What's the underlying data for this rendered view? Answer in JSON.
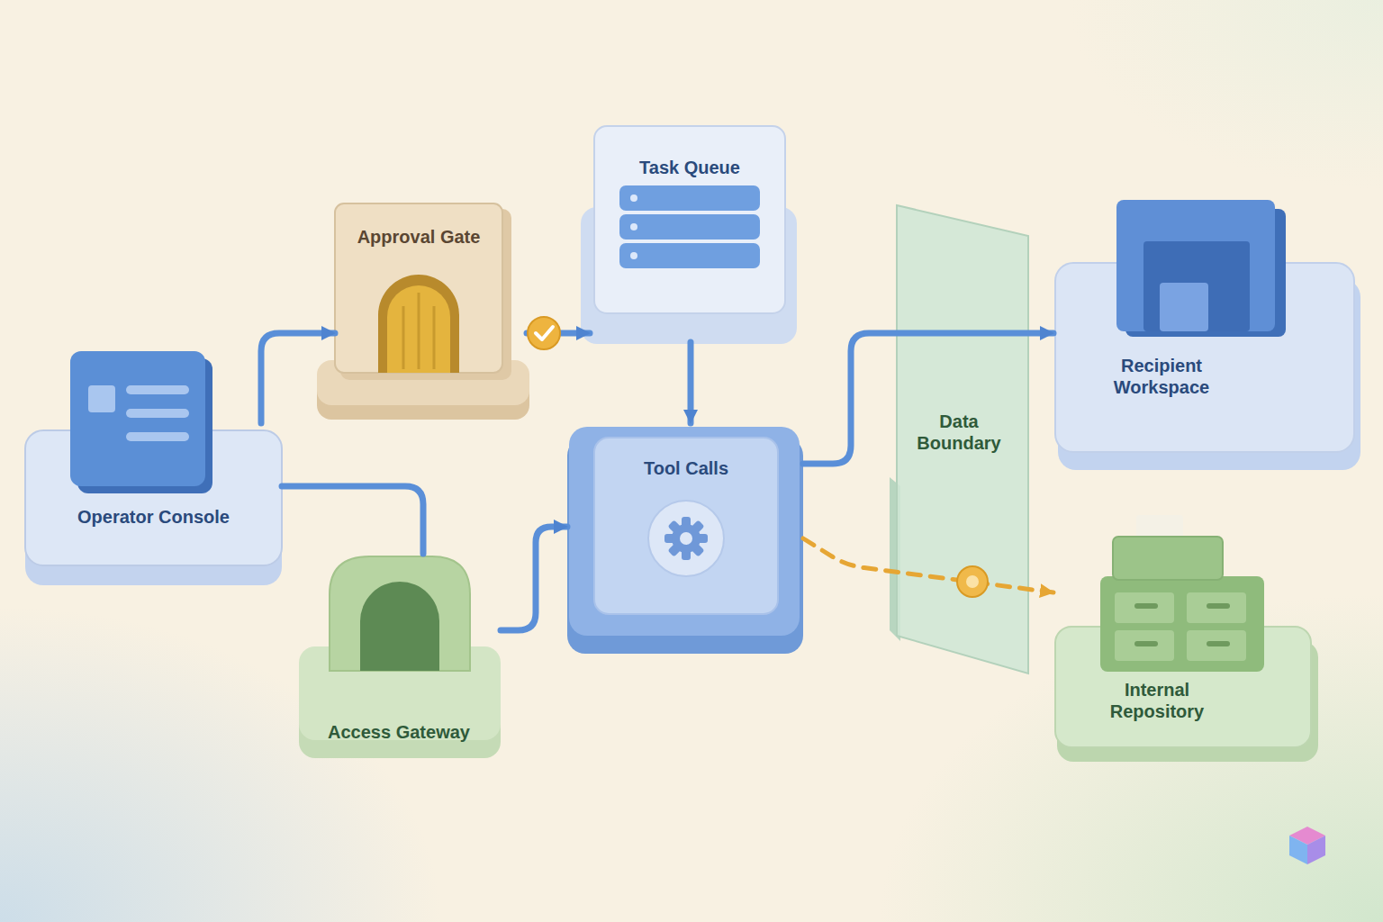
{
  "diagram": {
    "nodes": [
      {
        "text": [
          "Operator Console"
        ]
      },
      {
        "text": [
          "Approval Gate"
        ]
      },
      {
        "text": [
          "Access Gateway"
        ]
      },
      {
        "text": [
          "Task Queue"
        ]
      },
      {
        "text": [
          "Tool Calls"
        ]
      },
      {
        "text": [
          "Data Boundary"
        ]
      },
      {
        "text": [
          "Recipient Workspace"
        ]
      },
      {
        "text": [
          "Internal Repository"
        ]
      }
    ],
    "edges": [
      {
        "from": 0,
        "to": 1,
        "arrow": "to"
      },
      {
        "from": 1,
        "to": 3,
        "arrow": "to"
      },
      {
        "from": 3,
        "to": 4,
        "arrow": "to"
      },
      {
        "from": 0,
        "to": 2,
        "arrow": "none"
      },
      {
        "from": 2,
        "to": 4,
        "arrow": "to"
      },
      {
        "from": 4,
        "to": 6,
        "arrow": "to"
      },
      {
        "from": 4,
        "to": 7,
        "arrow": "to"
      }
    ]
  }
}
